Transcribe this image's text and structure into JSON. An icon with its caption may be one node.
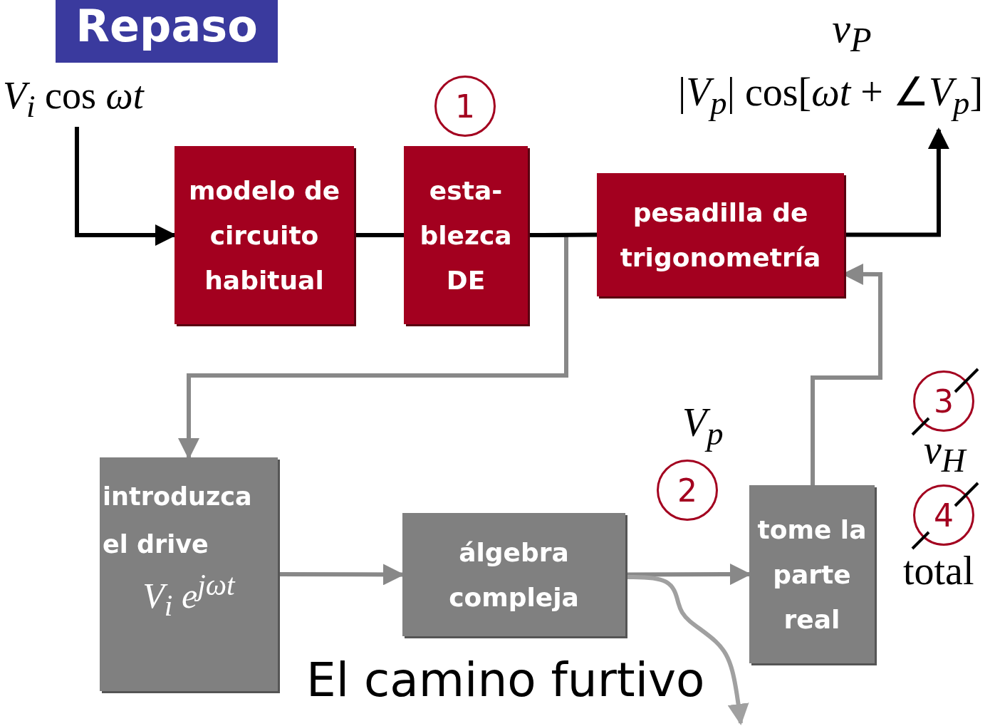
{
  "diagram": {
    "title": "Repaso",
    "nodes": [
      {
        "text": [
          "modelo de circuito habitual"
        ]
      },
      {
        "text": [
          "esta- blezca DE"
        ]
      },
      {
        "text": [
          "pesadilla de trigonometría"
        ]
      },
      {
        "text": [
          "introduzca el drive",
          "V$_{i}$ e$^{jωt}$"
        ]
      },
      {
        "text": [
          "álgebra compleja"
        ]
      },
      {
        "text": [
          "tome la parte real"
        ]
      },
      {
        "text": [
          "*V*$_{i}$ cos *ωt*"
        ]
      },
      {
        "text": [
          "v$_{P}$",
          "|*V*$_{p}$| cos[*ωt* + ∠*V*$_{p}$]"
        ]
      }
    ],
    "edges": [
      {
        "from": 6,
        "to": 0,
        "arrow": "to"
      },
      {
        "from": 0,
        "to": 1,
        "arrow": "none"
      },
      {
        "from": 1,
        "to": 2,
        "arrow": "none"
      },
      {
        "from": 2,
        "to": 7,
        "arrow": "to"
      },
      {
        "from": 1,
        "to": 3,
        "arrow": "to",
        "color": "#888888"
      },
      {
        "from": 3,
        "to": 4,
        "arrow": "to",
        "color": "#888888"
      },
      {
        "from": 4,
        "to": 5,
        "arrow": "to",
        "color": "#888888"
      },
      {
        "from": 5,
        "to": 2,
        "arrow": "to",
        "color": "#888888"
      },
      {
        "from": 4,
        "to": null,
        "arrow": "to",
        "color": "#a0a0a0"
      }
    ],
    "labels": [
      "1",
      "V$_{p}$",
      "2",
      "3",
      "v$_{H}$",
      "4",
      "total",
      "El camino furtivo"
    ]
  }
}
